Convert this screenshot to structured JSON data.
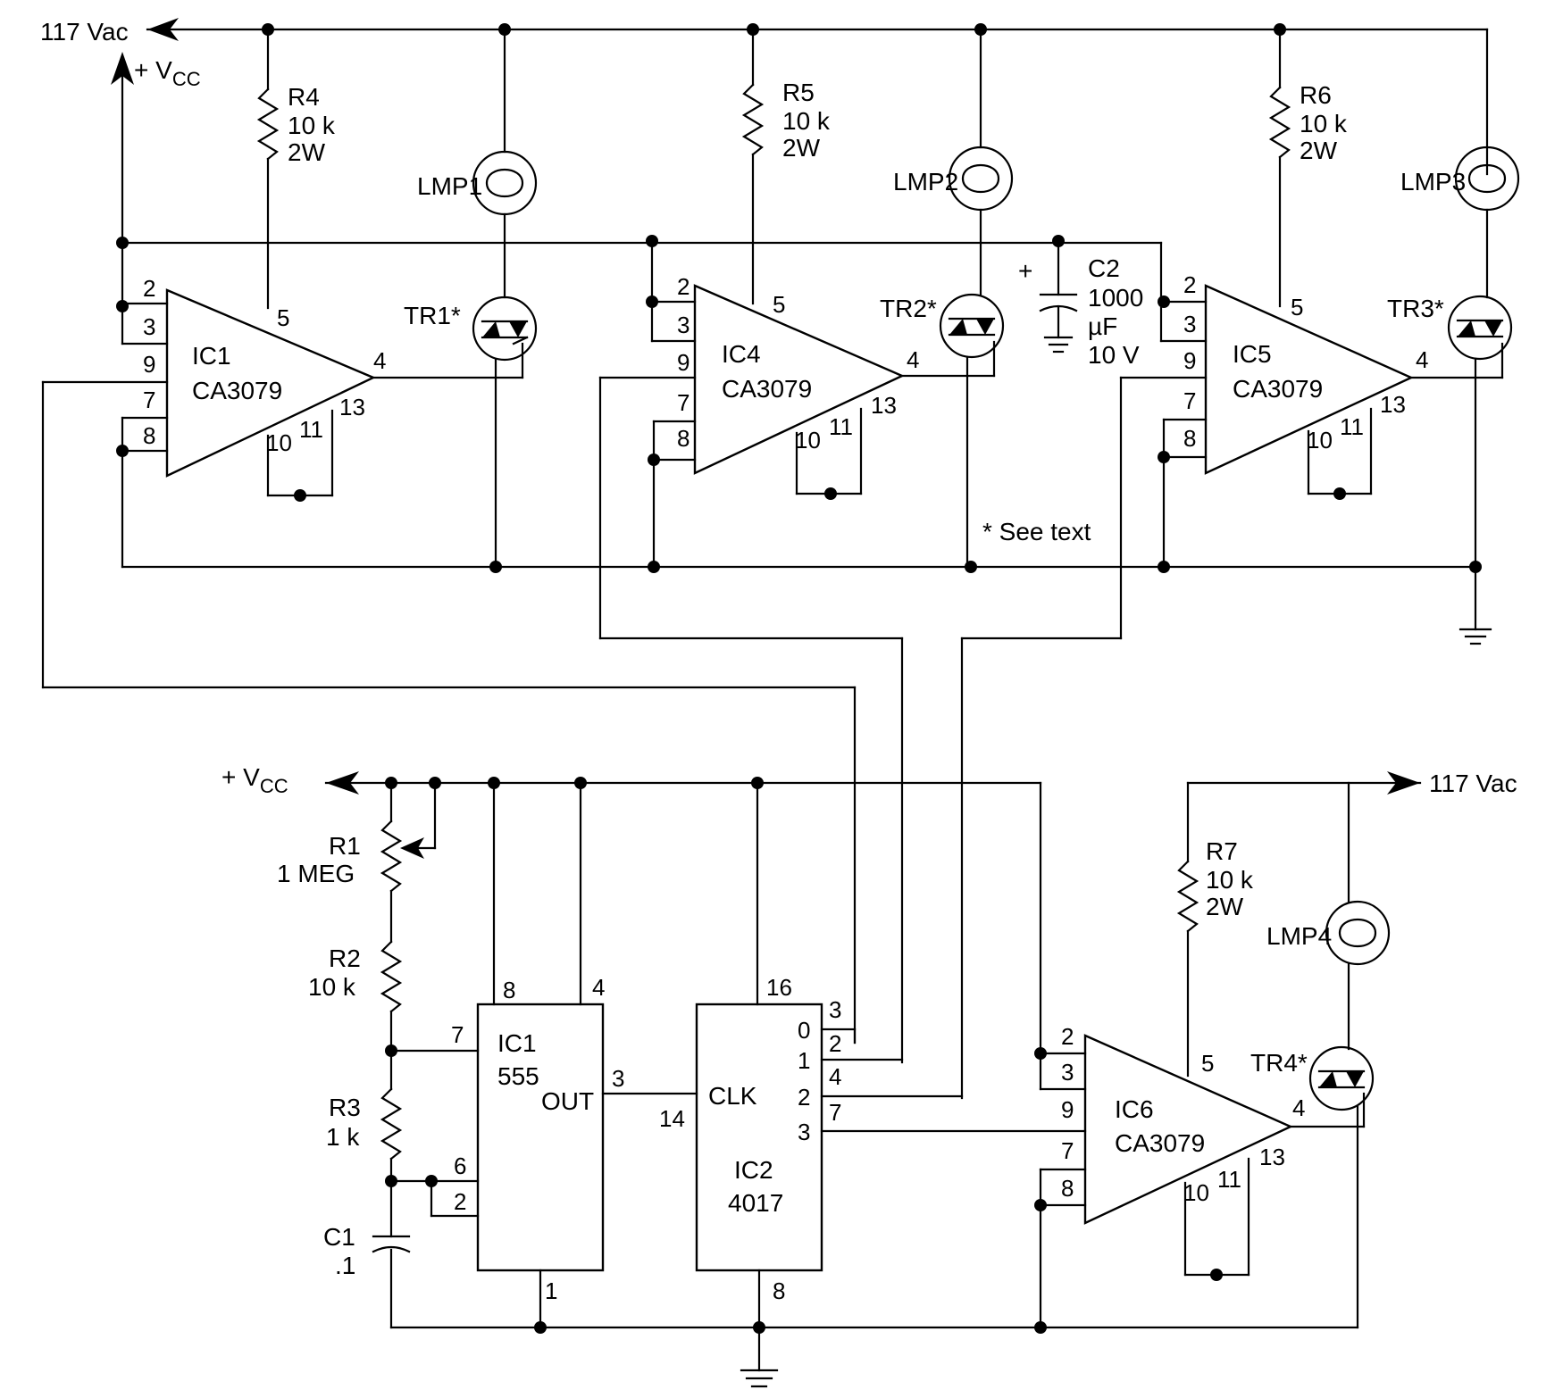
{
  "supplies": {
    "ac_top": "117 Vac",
    "vcc_top": "+ V",
    "vcc_top_sub": "CC",
    "vcc_bottom": "+ V",
    "vcc_bottom_sub": "CC",
    "ac_bottom": "117 Vac"
  },
  "note": "* See text",
  "resistors": {
    "r4": [
      "R4",
      "10 k",
      "2W"
    ],
    "r5": [
      "R5",
      "10 k",
      "2W"
    ],
    "r6": [
      "R6",
      "10 k",
      "2W"
    ],
    "r7": [
      "R7",
      "10 k",
      "2W"
    ],
    "r1": [
      "R1",
      "1 MEG"
    ],
    "r2": [
      "R2",
      "10 k"
    ],
    "r3": [
      "R3",
      "1 k"
    ]
  },
  "capacitors": {
    "c1": [
      "C1",
      ".1"
    ],
    "c2": [
      "C2",
      "1000",
      "µF",
      "10 V"
    ]
  },
  "lamps": [
    "LMP1",
    "LMP2",
    "LMP3",
    "LMP4"
  ],
  "triacs": [
    "TR1*",
    "TR2*",
    "TR3*",
    "TR4*"
  ],
  "zvs": {
    "ic1": [
      "IC1",
      "CA3079"
    ],
    "ic4": [
      "IC4",
      "CA3079"
    ],
    "ic5": [
      "IC5",
      "CA3079"
    ],
    "ic6": [
      "IC6",
      "CA3079"
    ],
    "pins": [
      "2",
      "3",
      "9",
      "7",
      "8",
      "5",
      "4",
      "13",
      "10",
      "11"
    ]
  },
  "timer": {
    "name": "IC1",
    "part": "555",
    "out": "OUT",
    "pins": [
      "8",
      "4",
      "7",
      "3",
      "6",
      "2",
      "1"
    ]
  },
  "counter": {
    "clk": "CLK",
    "name": "IC2",
    "part": "4017",
    "pins": [
      "16",
      "14",
      "8"
    ],
    "outputs": [
      "0",
      "1",
      "2",
      "3"
    ],
    "output_pins": [
      "3",
      "2",
      "4",
      "7"
    ]
  },
  "capacitor_polarity": "+"
}
